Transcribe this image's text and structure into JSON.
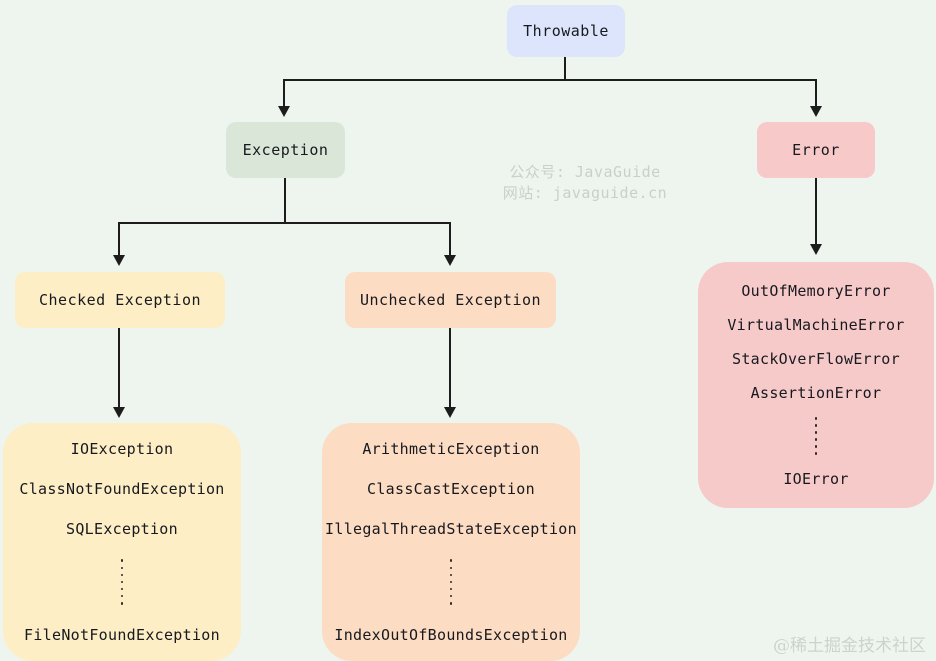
{
  "nodes": {
    "throwable": "Throwable",
    "exception": "Exception",
    "error": "Error",
    "checked": "Checked Exception",
    "unchecked": "Unchecked Exception"
  },
  "checked_list": {
    "items": [
      "IOException",
      "ClassNotFoundException",
      "SQLException"
    ],
    "tail": "FileNotFoundException"
  },
  "unchecked_list": {
    "items": [
      "ArithmeticException",
      "ClassCastException",
      "IllegalThreadStateException"
    ],
    "tail": "IndexOutOfBoundsException"
  },
  "error_list": {
    "items": [
      "OutOfMemoryError",
      "VirtualMachineError",
      "StackOverFlowError",
      "AssertionError"
    ],
    "tail": "IOError"
  },
  "watermark": {
    "line1": "公众号: JavaGuide",
    "line2": "网站: javaguide.cn"
  },
  "credit": "@稀土掘金技术社区",
  "colors": {
    "background": "#eef5ee",
    "throwable_bg": "#dce5fb",
    "exception_bg": "#dae7d8",
    "error_bg": "#f7c9c9",
    "checked_bg": "#fdeec6",
    "unchecked_bg": "#fcdcc2",
    "error_list_bg": "#f7caca",
    "line": "#1c1c1c",
    "text": "#17191f",
    "watermark": "#c9d0ca"
  }
}
